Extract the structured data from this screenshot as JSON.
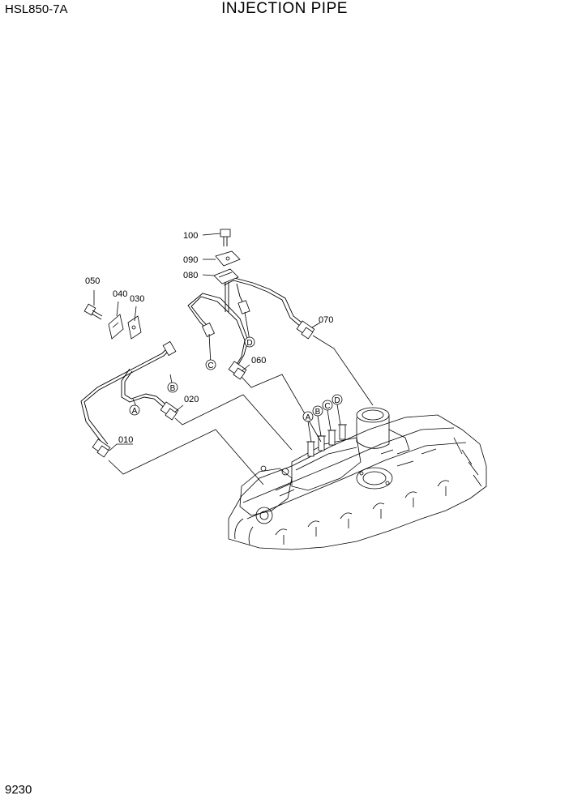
{
  "header": {
    "model": "HSL850-7A",
    "title": "INJECTION PIPE"
  },
  "page_number": "9230",
  "part_numbers": {
    "p010": "010",
    "p020": "020",
    "p030": "030",
    "p040": "040",
    "p050": "050",
    "p060": "060",
    "p070": "070",
    "p080": "080",
    "p090": "090",
    "p100": "100"
  },
  "connection_labels": {
    "a": "A",
    "b": "B",
    "c": "C",
    "d": "D"
  }
}
